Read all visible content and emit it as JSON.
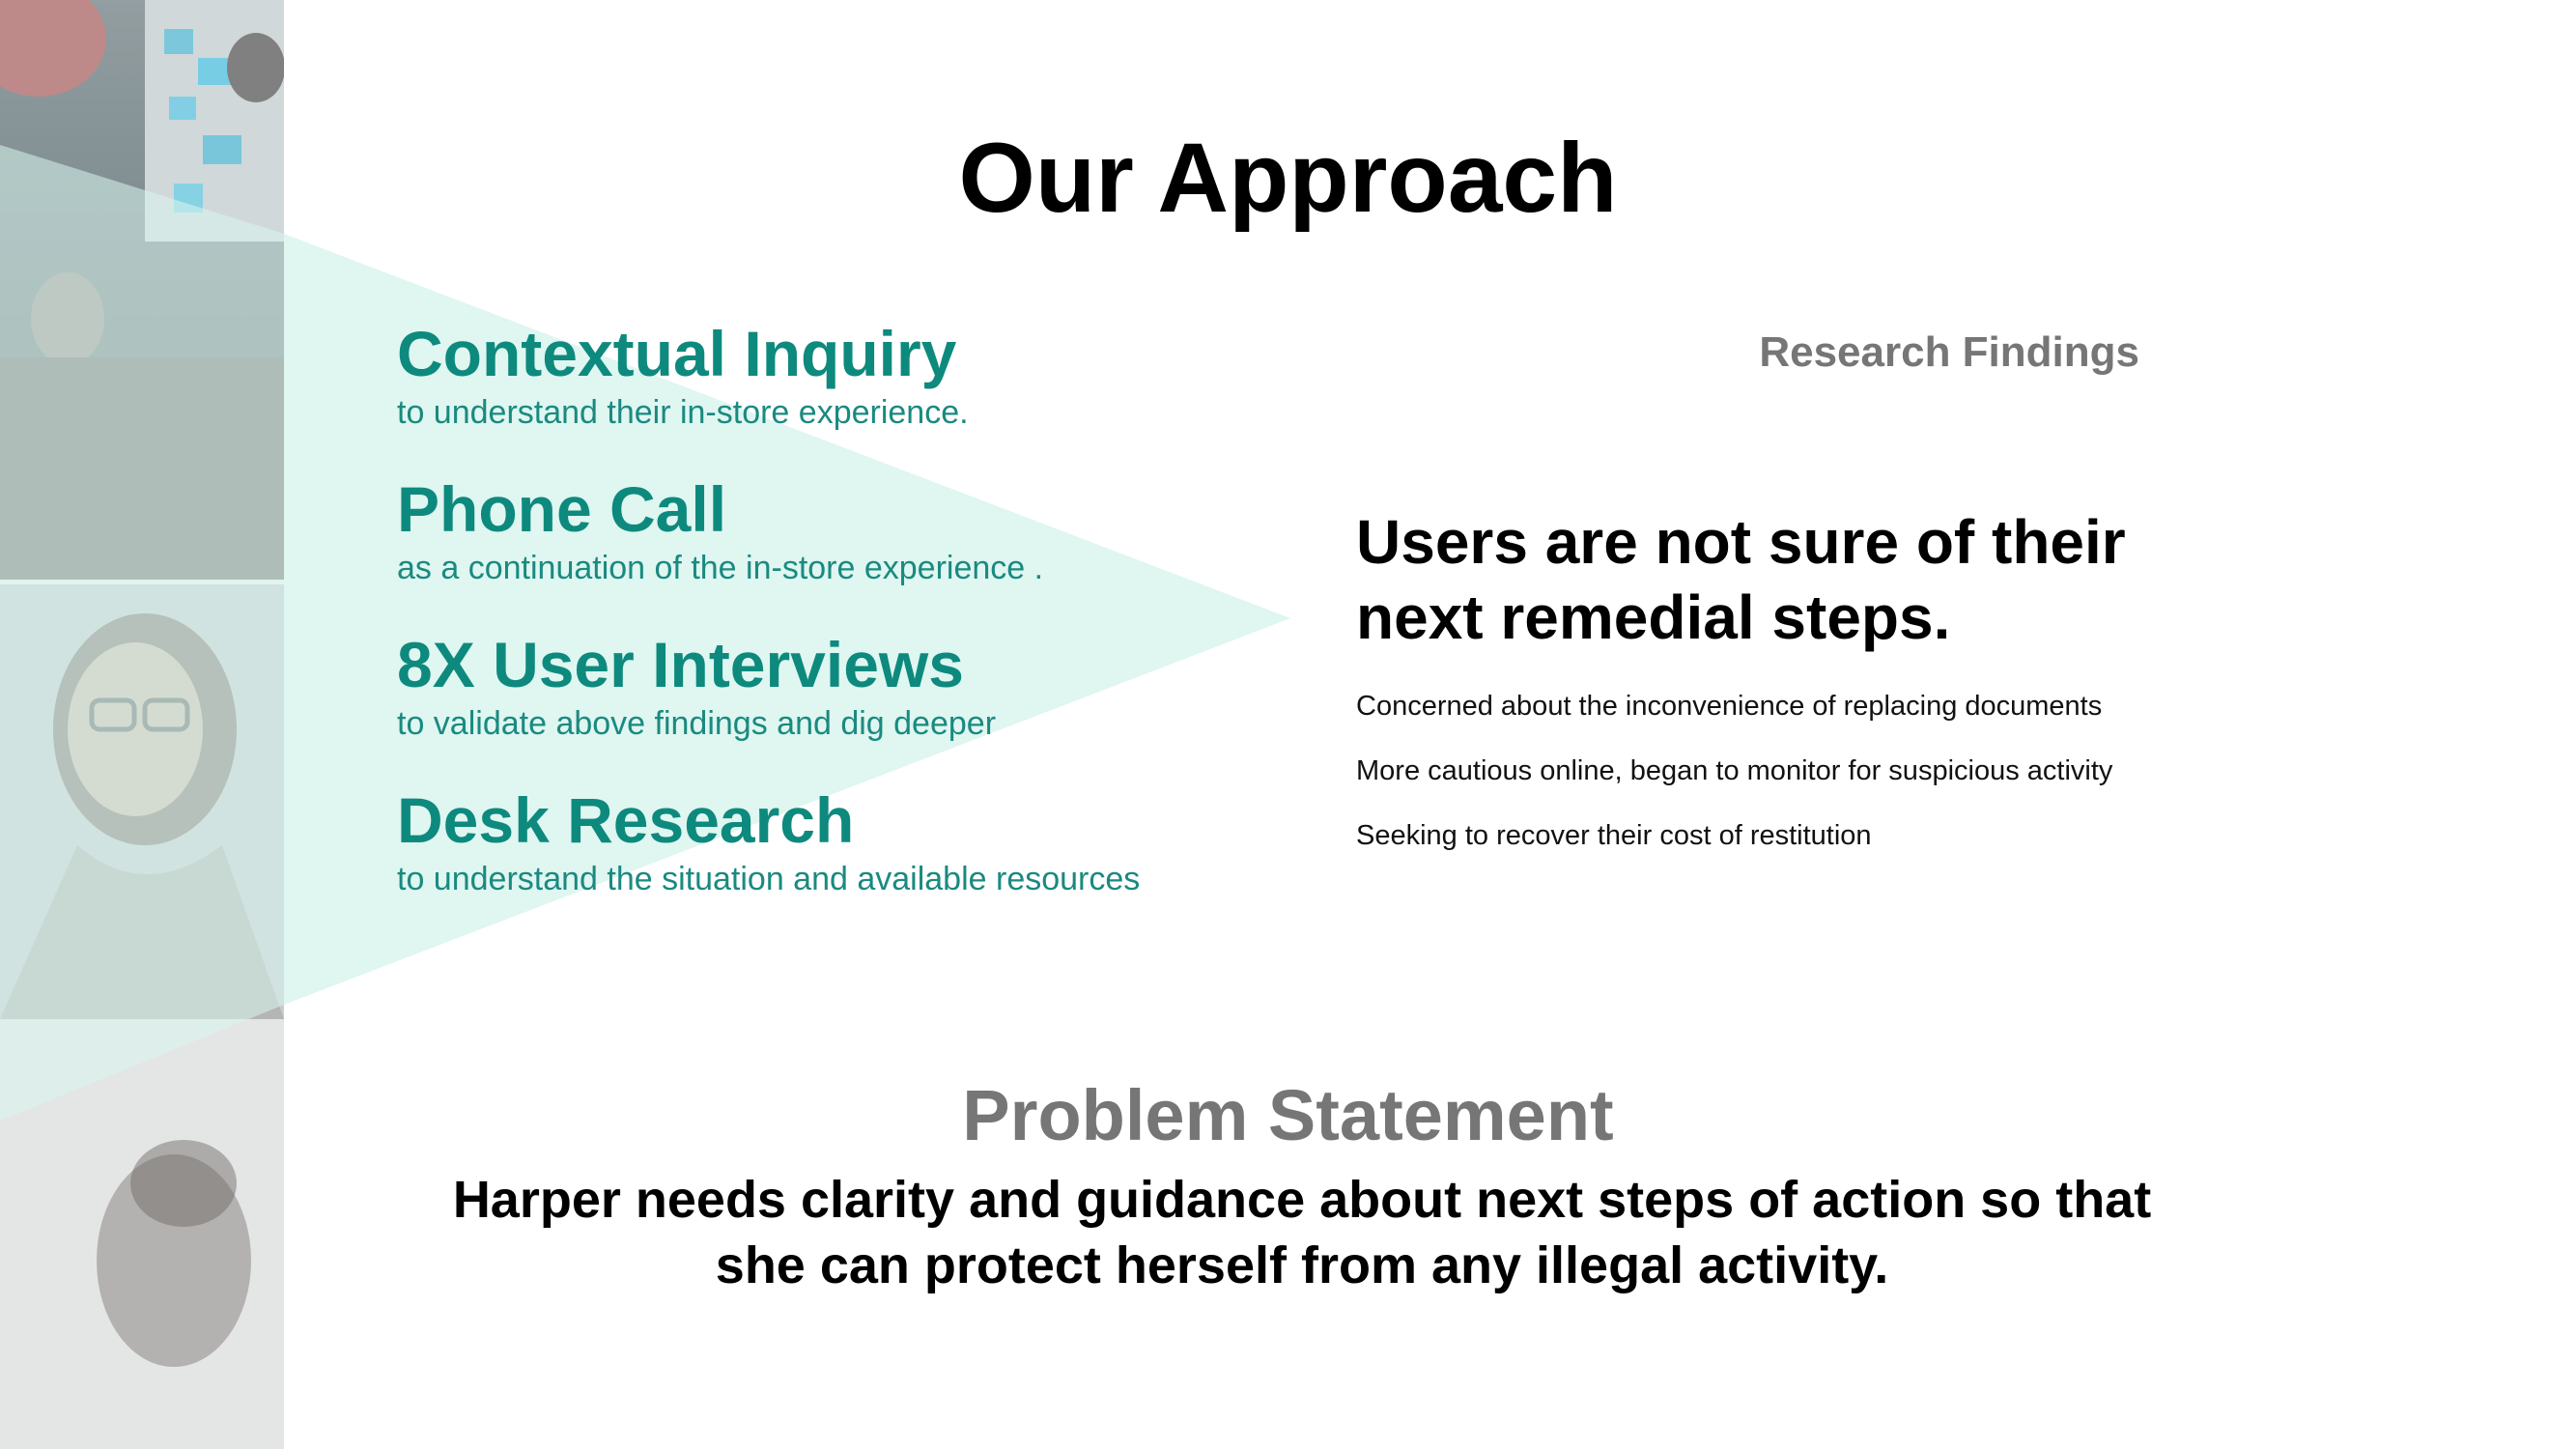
{
  "title": "Our Approach",
  "approach": [
    {
      "heading": "Contextual Inquiry",
      "description": "to understand their in-store experience."
    },
    {
      "heading": "Phone Call",
      "description": "as a continuation of the in-store experience ."
    },
    {
      "heading": "8X User Interviews",
      "description": "to validate above findings and dig deeper"
    },
    {
      "heading": "Desk Research",
      "description": "to understand the situation and available resources"
    }
  ],
  "findings": {
    "label": "Research Findings",
    "headline": "Users are not sure of their next remedial steps.",
    "items": [
      "Concerned about the inconvenience of replacing documents",
      "More cautious online, began to monitor for suspicious activity",
      "Seeking to recover their cost of restitution"
    ]
  },
  "problem": {
    "label": "Problem Statement",
    "statement": "Harper needs clarity and guidance about next steps of action so that she can protect herself from any illegal activity."
  },
  "colors": {
    "accent": "#0d8a7d",
    "funnel": "#d9f5ef",
    "muted_heading": "#767676"
  }
}
